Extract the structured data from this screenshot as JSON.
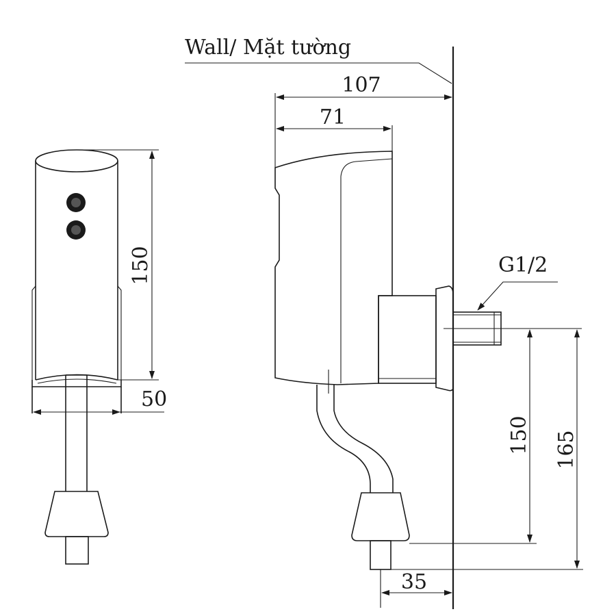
{
  "labels": {
    "wall": "Wall/ Mặt tường",
    "thread": "G1/2"
  },
  "dimensions": {
    "front_height": "150",
    "front_width": "50",
    "total_depth": "107",
    "body_depth": "71",
    "outlet_height": "150",
    "total_height": "165",
    "spout_offset": "35"
  },
  "colors": {
    "line": "#1a1a1a",
    "background": "#ffffff"
  }
}
